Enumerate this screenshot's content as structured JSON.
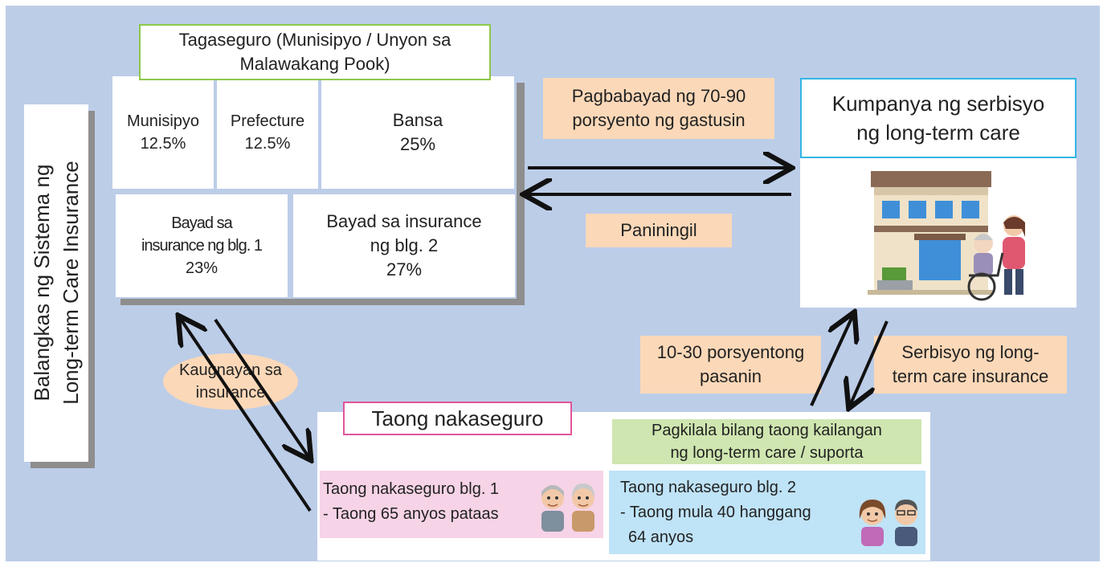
{
  "side_title": {
    "line1": "Balangkas ng Sistema ng",
    "line2": "Long-term Care Insurance"
  },
  "insurer": {
    "title_line1": "Tagaseguro (Munisipyo / Unyon sa",
    "title_line2": "Malawakang Pook)",
    "cells": [
      {
        "label": "Munisipyo",
        "value": "12.5%"
      },
      {
        "label": "Prefecture",
        "value": "12.5%"
      },
      {
        "label": "Bansa",
        "value": "25%"
      }
    ],
    "premium1": {
      "line1": "Bayad sa",
      "line2": "insurance ng blg. 1",
      "value": "23%"
    },
    "premium2": {
      "line1": "Bayad sa insurance",
      "line2": "ng blg. 2",
      "value": "27%"
    }
  },
  "payment_label": {
    "line1": "Pagbabayad ng 70-90",
    "line2": "porsyento ng gastusin"
  },
  "billing_label": "Paniningil",
  "company": {
    "line1": "Kumpanya ng serbisyo",
    "line2": "ng long-term care"
  },
  "relation_label": {
    "line1": "Kaugnayan sa",
    "line2": "insurance"
  },
  "burden_label": {
    "line1": "10-30 porsyentong",
    "line2": "pasanin"
  },
  "service_label": {
    "line1": "Serbisyo ng long-",
    "line2": "term care insurance"
  },
  "insured": {
    "title": "Taong nakaseguro",
    "recognition": {
      "line1": "Pagkilala bilang taong kailangan",
      "line2": "ng long-term care / suporta"
    },
    "no1": {
      "line1": "Taong nakaseguro blg. 1",
      "line2": "- Taong 65 anyos pataas"
    },
    "no2": {
      "line1": "Taong nakaseguro blg. 2",
      "line2": "- Taong mula 40 hanggang",
      "line3": "64 anyos"
    }
  },
  "colors": {
    "panel": "#bccde8",
    "peach": "#fbd8b8",
    "insurer_border": "#8fc84a",
    "company_border": "#33b5e5",
    "insured_title_border": "#e0559a",
    "no1_bg": "#f6d3e6",
    "no2_bg": "#bfe3f7",
    "recognition_bg": "#cfe6b0"
  },
  "icons": [
    "building-illustration",
    "caregiver-illustration",
    "elderly-couple-icon",
    "middle-aged-couple-icon"
  ]
}
